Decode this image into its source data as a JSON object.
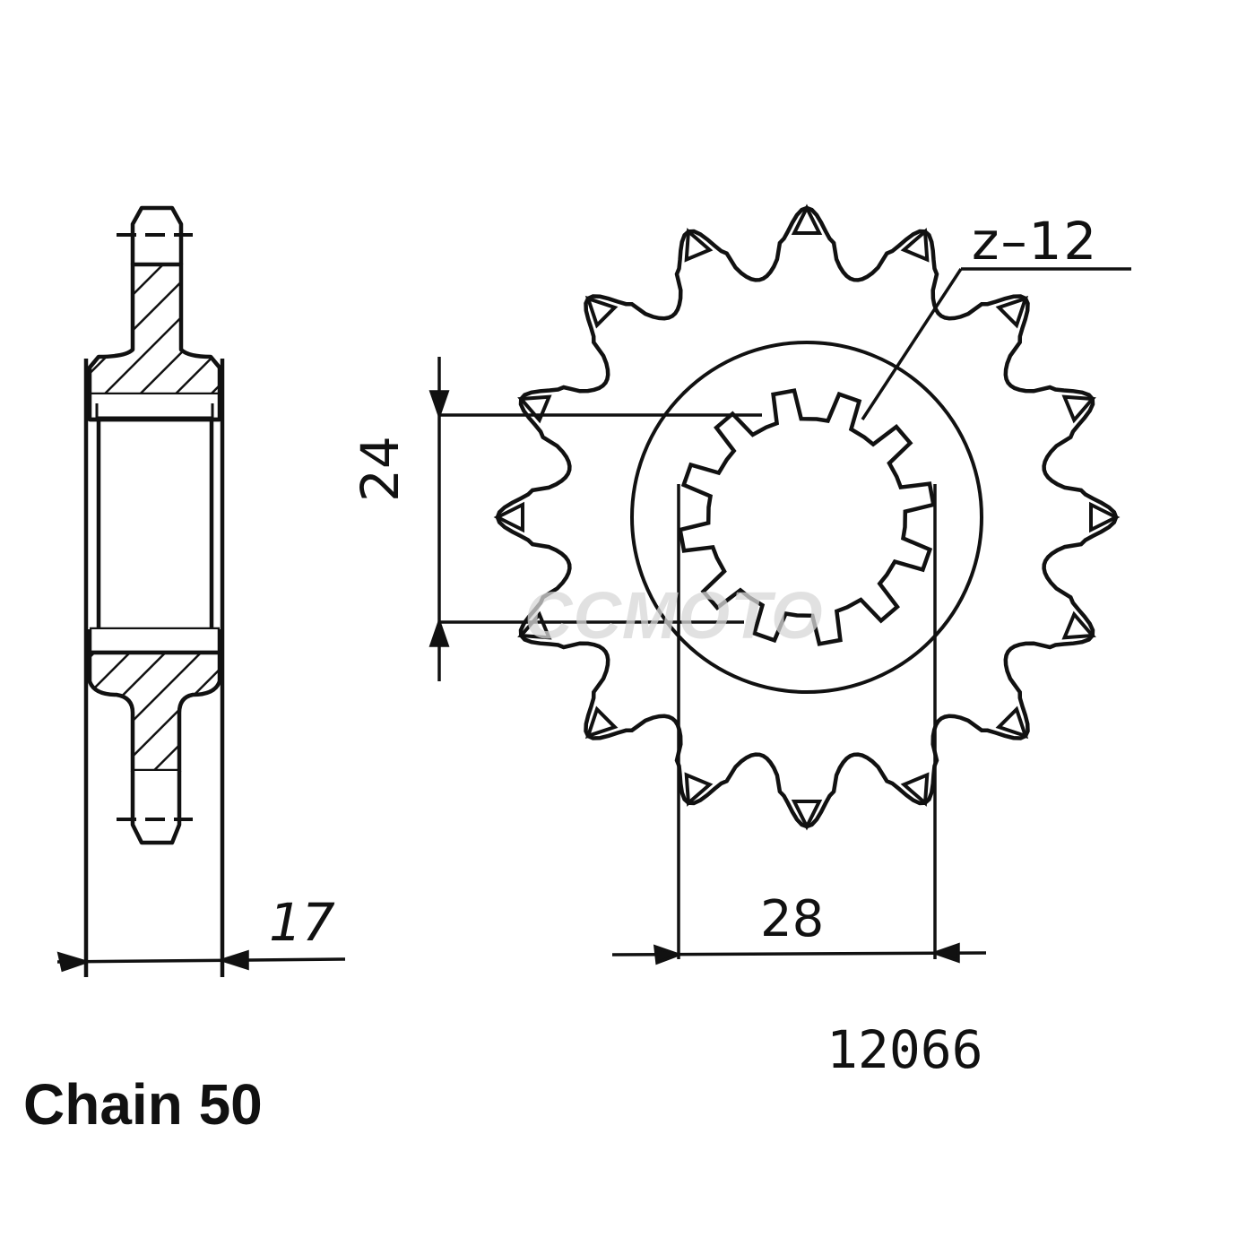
{
  "drawing": {
    "type": "technical-drawing",
    "subject": "front sprocket"
  },
  "labels": {
    "width_dimension": "17",
    "spline_width_dimension": "28",
    "spline_height_dimension": "24",
    "spline_count": "z–12",
    "part_number": "12066",
    "chain": "Chain 50",
    "watermark": "CCMOTO"
  },
  "sprocket": {
    "outer_teeth": 16,
    "inner_splines": 12,
    "line_color": "#111111",
    "background": "#ffffff"
  }
}
